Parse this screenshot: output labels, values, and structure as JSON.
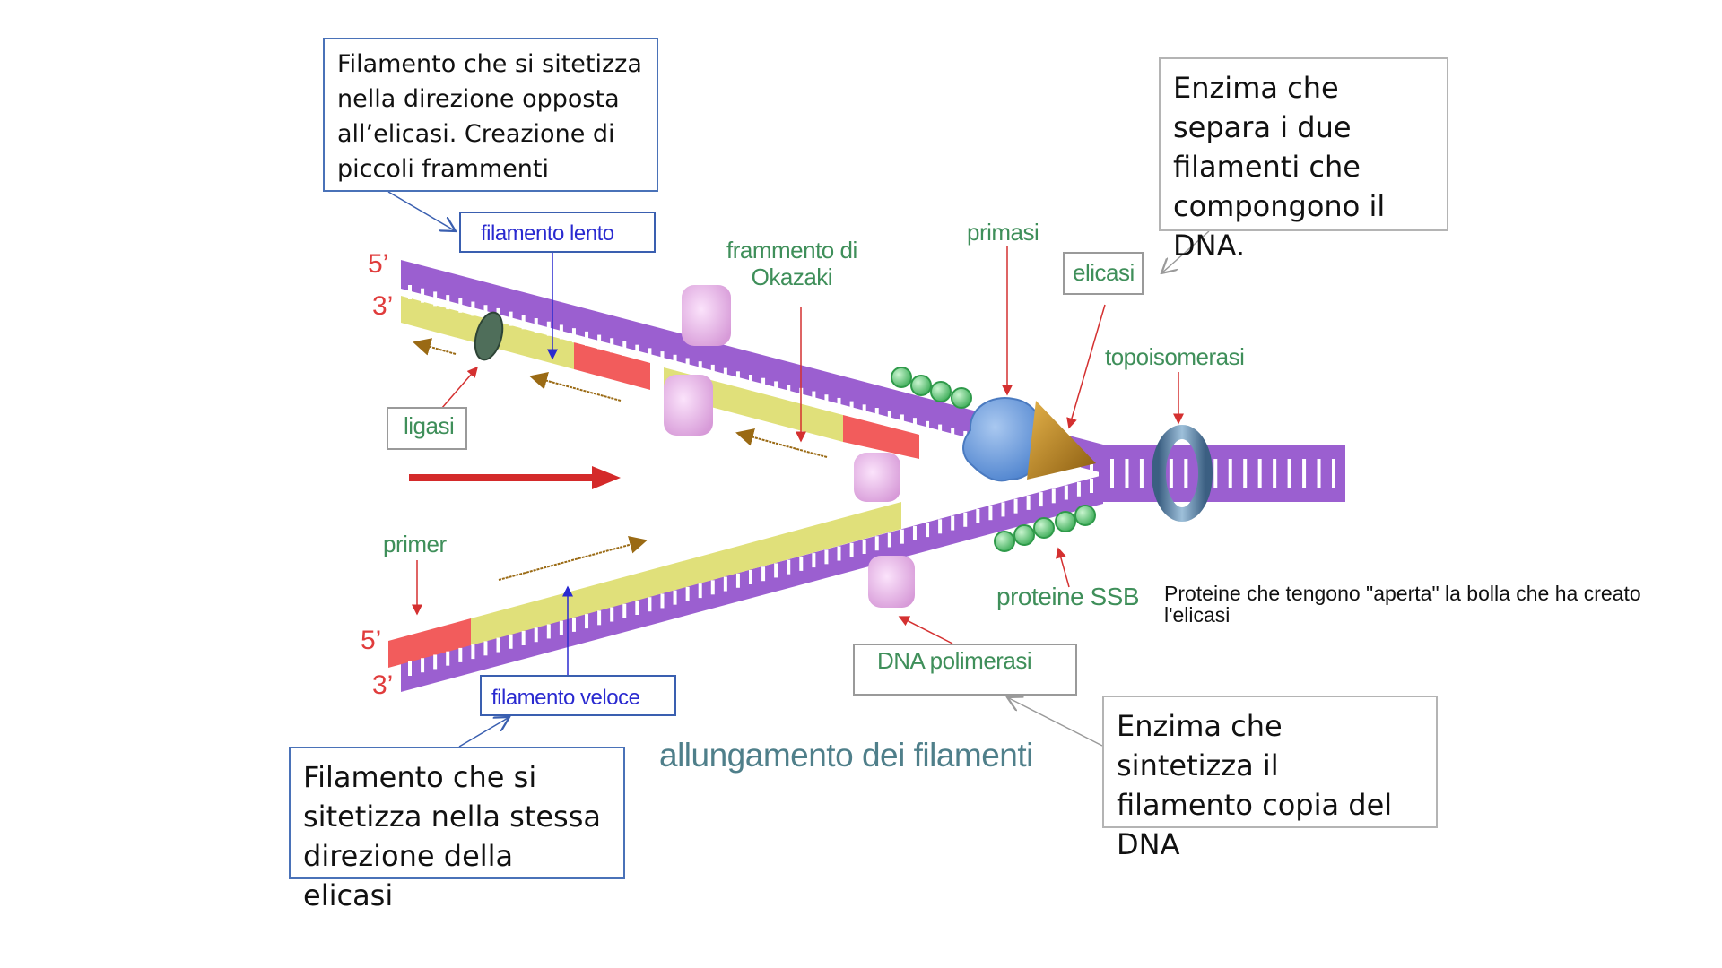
{
  "title": "allungamento dei filamenti",
  "callouts": {
    "lagging_desc": "Filamento che si sitetizza nella direzione opposta all’elicasi. Creazione di piccoli frammenti",
    "helicase_desc": "Enzima che separa i due filamenti che compongono il DNA.",
    "ssb_desc": "Proteine che tengono \"aperta\" la bolla che ha creato l'elicasi",
    "polymerase_desc": "Enzima che sintetizza il filamento copia del DNA",
    "leading_desc": "Filamento che si sitetizza nella stessa direzione della elicasi"
  },
  "labels": {
    "filamento_lento": "filamento lento",
    "frammento_okazaki": "frammento di\nOkazaki",
    "primasi": "primasi",
    "elicasi": "elicasi",
    "topoisomerasi": "topoisomerasi",
    "ligasi": "ligasi",
    "primer": "primer",
    "proteine_ssb": "proteine SSB",
    "dna_polimerasi": "DNA polimerasi",
    "filamento_veloce": "filamento veloce"
  },
  "ends": {
    "top_5": "5’",
    "top_3": "3’",
    "bottom_5": "5’",
    "bottom_3": "3’"
  },
  "colors": {
    "template_strand": "#9b5fd0",
    "new_strand": "#e0e07a",
    "primer": "#f25c5c",
    "ssb": "#5fcf7a",
    "primase": "#6a9ad8",
    "helicase": "#b88a2c",
    "topoisomerase": "#4f7fa3",
    "polymerase": "#eab7ea",
    "ligase": "#4f6e5a",
    "direction_arrow": "#d42a2a",
    "synthesis_arrow": "#9a6a14",
    "label_green": "#3f8f5a",
    "label_blue": "#2a2ad0"
  }
}
